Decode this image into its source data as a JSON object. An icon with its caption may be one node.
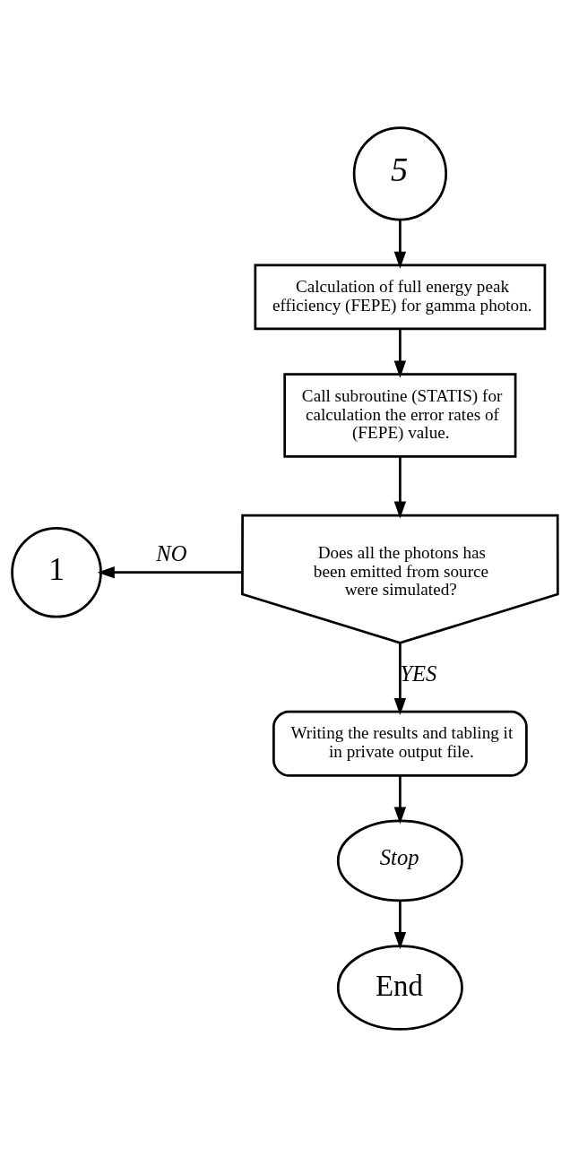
{
  "diagram": {
    "nodes": [
      {
        "text": [
          "5"
        ]
      },
      {
        "text": [
          "Calculation of full energy peak efficiency (FEPE) for gamma photon."
        ]
      },
      {
        "text": [
          "Call subroutine (STATIS) for calculation the error rates of (FEPE) value."
        ]
      },
      {
        "text": [
          "Does all the photons has been emitted from source were simulated?"
        ]
      },
      {
        "text": [
          "1"
        ]
      },
      {
        "text": [
          "Writing the results and tabling it in private output file."
        ]
      },
      {
        "text": [
          "Stop"
        ]
      },
      {
        "text": [
          "End"
        ]
      }
    ],
    "edges": [
      {
        "from": 0,
        "to": 1,
        "arrow": "to"
      },
      {
        "from": 1,
        "to": 2,
        "arrow": "to"
      },
      {
        "from": 2,
        "to": 3,
        "arrow": "to"
      },
      {
        "from": 3,
        "to": 4,
        "arrow": "to",
        "label": "NO"
      },
      {
        "from": 3,
        "to": 5,
        "arrow": "to",
        "label": "YES"
      },
      {
        "from": 5,
        "to": 6,
        "arrow": "to"
      },
      {
        "from": 6,
        "to": 7,
        "arrow": "to"
      }
    ]
  }
}
